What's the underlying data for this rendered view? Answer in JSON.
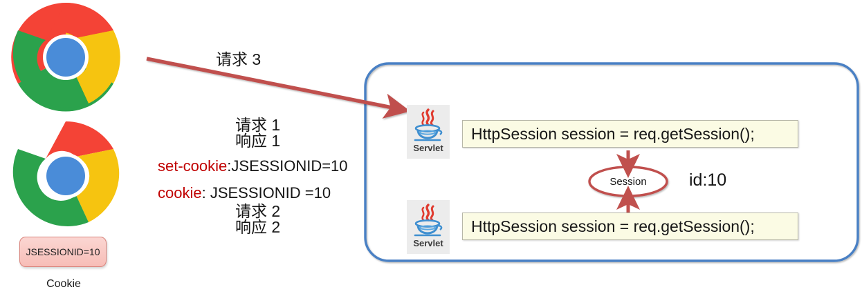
{
  "diagram": {
    "title": "HttpSession request/response flow",
    "colors": {
      "request_arrow": "#c0504d",
      "response_arrow": "#4f81bd",
      "container_border": "#4a80c4",
      "code_box_fill": "#fbfbe4",
      "session_ellipse_stroke": "#c0504d",
      "cookie_chip_fill": "#f7bdb7",
      "cookie_text_red": "#c00000"
    }
  },
  "client": {
    "browser_top_icon": "chrome-logo",
    "browser_bottom_icon": "chrome-logo",
    "cookie_chip_value": "JSESSIONID=10",
    "cookie_caption": "Cookie"
  },
  "arrows": {
    "request3_label": "请求 3",
    "request1_label": "请求 1",
    "response1_label": "响应 1",
    "request2_label": "请求 2",
    "response2_label": "响应 2"
  },
  "headers": {
    "set_cookie_key": "set-cookie",
    "set_cookie_rest": ":JSESSIONID=10",
    "cookie_key": "cookie",
    "cookie_rest": ": JSESSIONID =10"
  },
  "server": {
    "servlet_top_label": "Servlet",
    "servlet_bottom_label": "Servlet",
    "code_top": "HttpSession session = req.getSession();",
    "code_bottom": "HttpSession session = req.getSession();",
    "session_label": "Session",
    "session_id_label": "id:10"
  }
}
